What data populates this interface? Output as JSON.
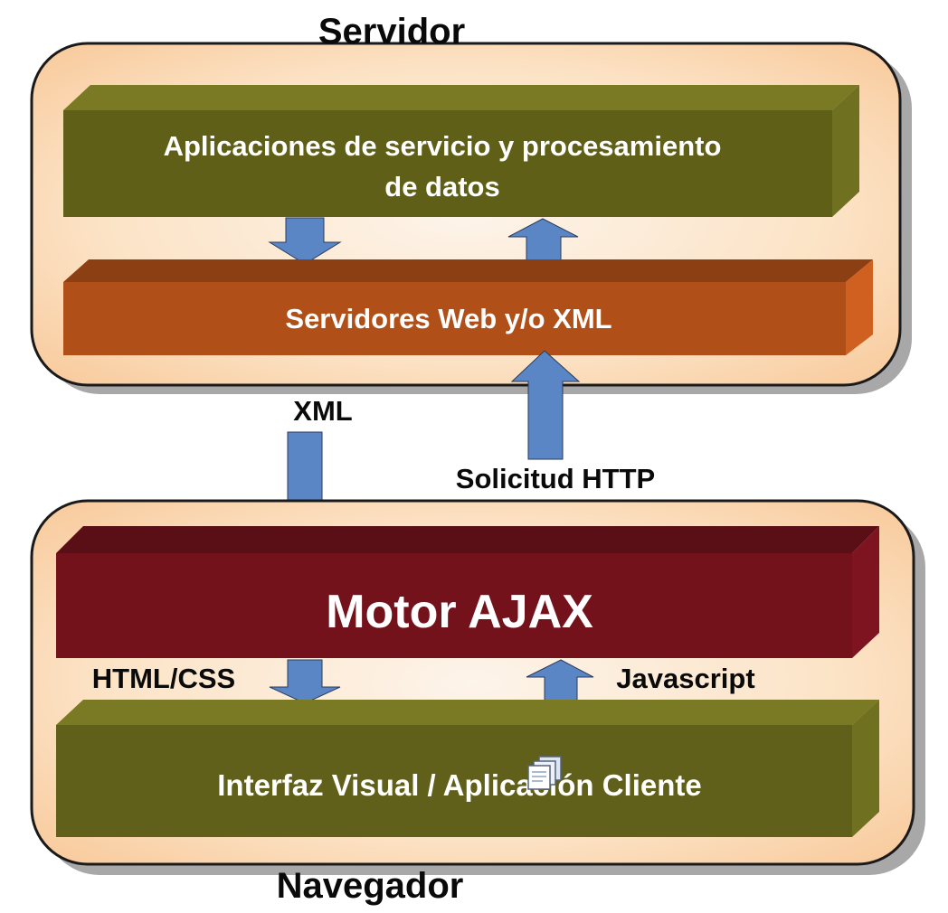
{
  "server": {
    "title": "Servidor",
    "app_layer_line1": "Aplicaciones de servicio y procesamiento",
    "app_layer_line2": "de datos",
    "web_layer": "Servidores Web y/o XML"
  },
  "connections": {
    "response_label": "XML",
    "request_label": "Solicitud HTTP"
  },
  "browser": {
    "title": "Navegador",
    "engine": "Motor AJAX",
    "down_label": "HTML/CSS",
    "up_label": "Javascript",
    "ui_layer": "Interfaz Visual / Aplicación  Cliente"
  },
  "colors": {
    "container_fill": "#fbd3a8",
    "container_stroke": "#1a1a1a",
    "app_layer": "#5f5f17",
    "web_layer": "#b04f17",
    "engine": "#74121c",
    "ui_layer": "#60601a",
    "arrow": "#5b86c5",
    "label_dark": "#0a0a0a",
    "label_light": "#ffffff"
  },
  "icons": [
    "document-stack-icon"
  ]
}
